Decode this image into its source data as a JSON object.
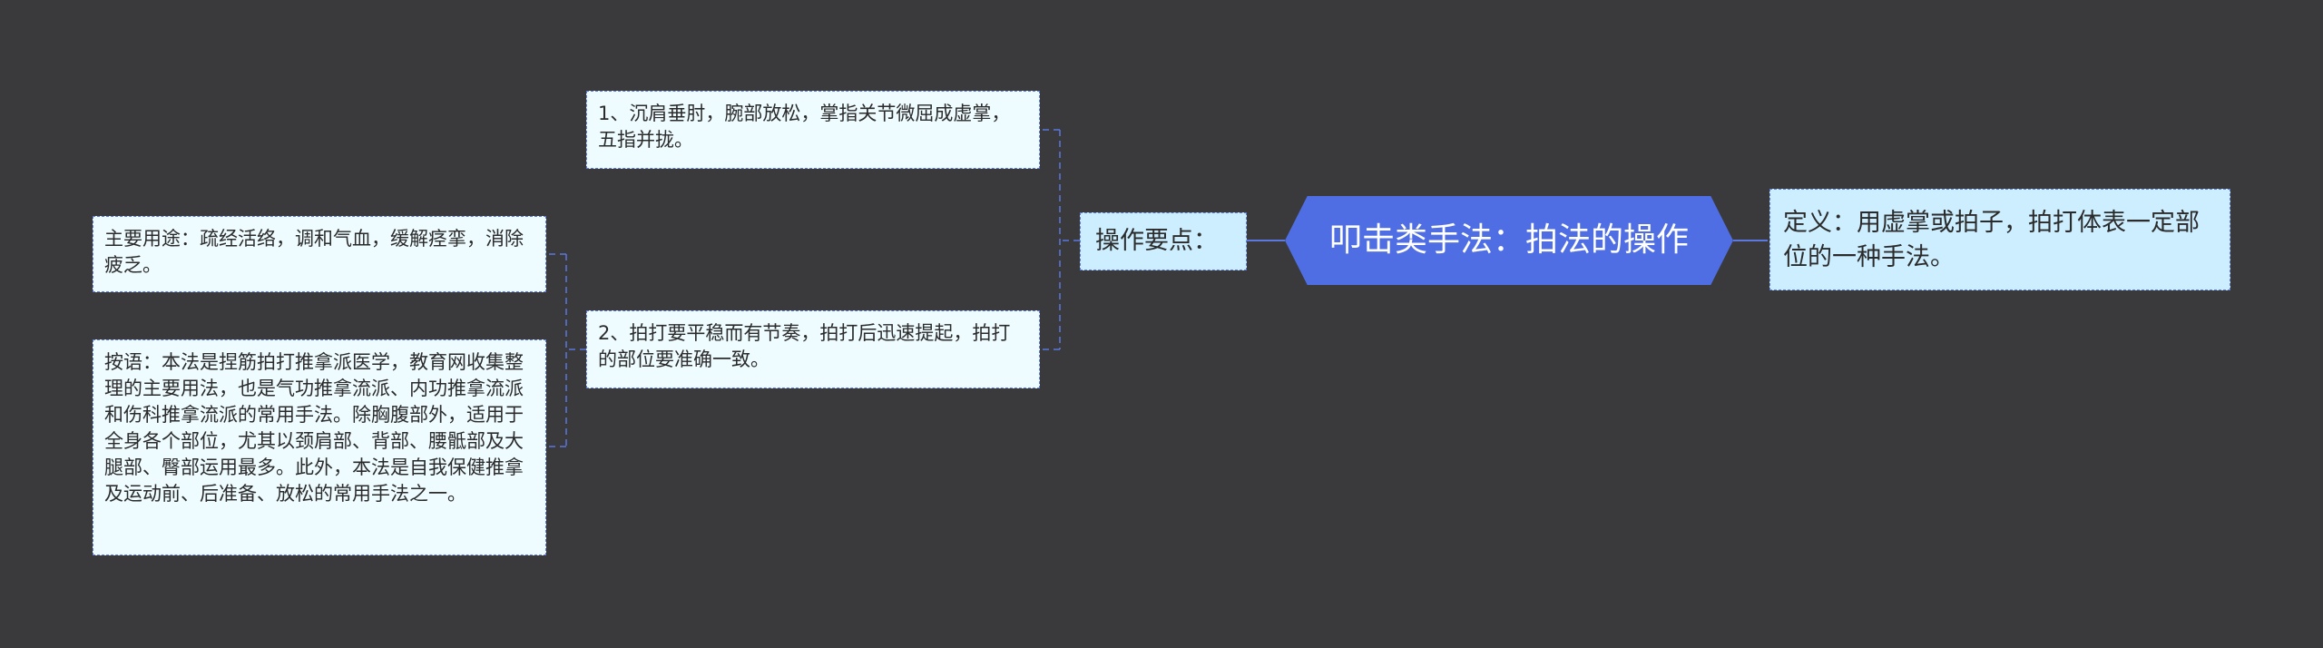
{
  "root": {
    "label": "叩击类手法：拍法的操作"
  },
  "definition": {
    "text": "定义：用虚掌或拍子，拍打体表一定部位的一种手法。"
  },
  "operation": {
    "label": "操作要点：",
    "points": [
      "1、沉肩垂肘，腕部放松，掌指关节微屈成虚掌，五指并拢。",
      "2、拍打要平稳而有节奏，拍打后迅速提起，拍打的部位要准确一致。"
    ]
  },
  "notes": {
    "main_use": "主要用途：疏经活络，调和气血，缓解痉挛，消除疲乏。",
    "remark": "按语：本法是捏筋拍打推拿派医学，教育网收集整理的主要用法，也是气功推拿流派、内功推拿流派和伤科推拿流派的常用手法。除胸腹部外，适用于全身各个部位，尤其以颈肩部、背部、腰骶部及大腿部、臀部运用最多。此外，本法是自我保健推拿及运动前、后准备、放松的常用手法之一。"
  },
  "colors": {
    "background": "#3a393b",
    "root_fill": "#4f6ee3",
    "level1_fill": "#cdeeff",
    "leaf_fill": "#eefbff",
    "connector": "#5b79df"
  }
}
